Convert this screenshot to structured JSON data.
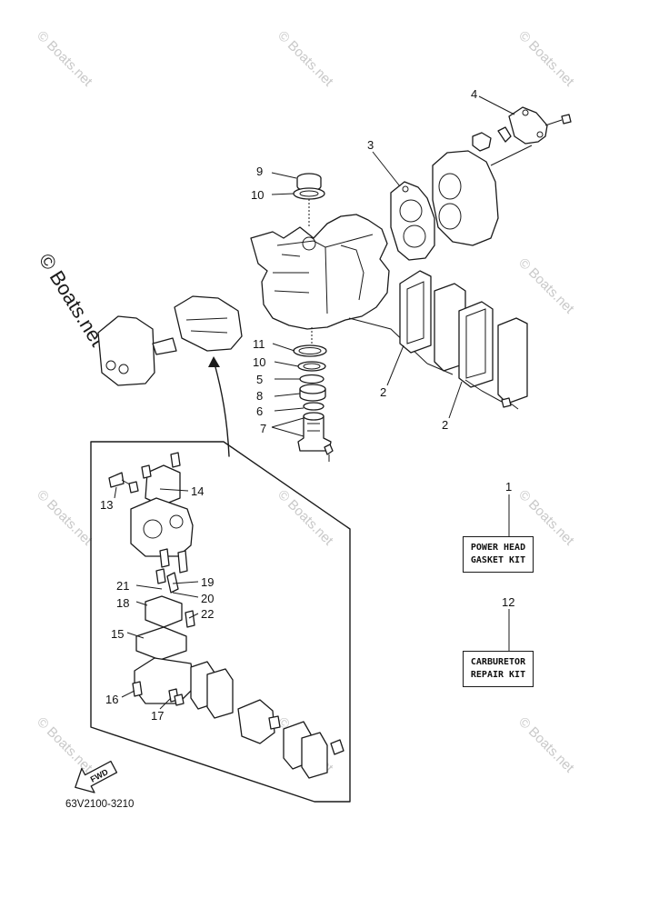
{
  "watermark": {
    "text": "© Boats.net",
    "big_text": "© Boats.net"
  },
  "callouts": {
    "c1": "1",
    "c2a": "2",
    "c2b": "2",
    "c3": "3",
    "c4": "4",
    "c5": "5",
    "c6": "6",
    "c7": "7",
    "c8": "8",
    "c9": "9",
    "c10a": "10",
    "c10b": "10",
    "c11": "11",
    "c12": "12",
    "c13": "13",
    "c14": "14",
    "c15": "15",
    "c16": "16",
    "c17": "17",
    "c18": "18",
    "c19": "19",
    "c20": "20",
    "c21": "21",
    "c22": "22"
  },
  "kits": {
    "power_head": [
      "POWER HEAD",
      "GASKET KIT"
    ],
    "carburetor": [
      "CARBURETOR",
      "REPAIR KIT"
    ]
  },
  "fwd_label": "FWD",
  "diagram_code": "63V2100-3210",
  "icons": {
    "fwd": "fwd-arrow-icon"
  }
}
